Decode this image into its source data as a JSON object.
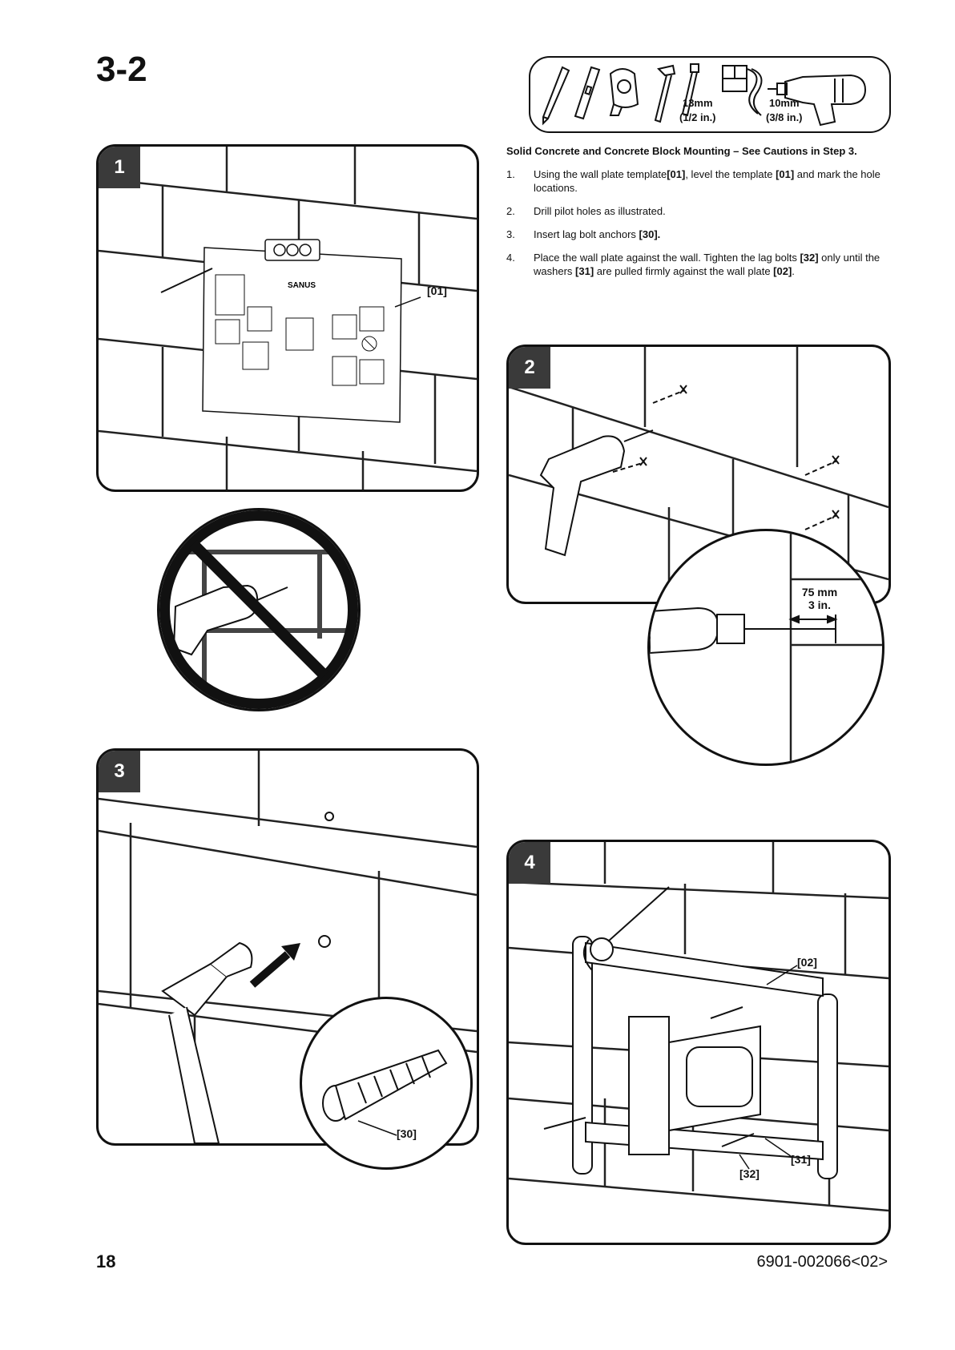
{
  "page": {
    "section_title": "3-2",
    "page_number": "18",
    "document_code": "6901-002066<02>"
  },
  "tools": {
    "drill_bit_1": {
      "size": "13mm",
      "imperial": "(1/2 in.)"
    },
    "drill_bit_2": {
      "size": "10mm",
      "imperial": "(3/8 in.)"
    }
  },
  "instructions": {
    "heading": "Solid Concrete and Concrete Block Mounting – See Cautions in Step 3.",
    "steps": [
      {
        "num": "1.",
        "text_a": "Using the wall plate template",
        "ref_a": "[01]",
        "text_b": ", level the template ",
        "ref_b": "[01]",
        "text_c": " and mark the hole locations."
      },
      {
        "num": "2.",
        "text": "Drill pilot holes as illustrated."
      },
      {
        "num": "3.",
        "text": "Insert lag bolt anchors ",
        "ref": "[30]."
      },
      {
        "num": "4.",
        "text_a": "Place the wall plate against the wall.  Tighten the lag bolts ",
        "ref_a": "[32]",
        "text_b": " only until the washers ",
        "ref_b": "[31]",
        "text_c": " are pulled firmly against the wall plate ",
        "ref_c": "[02]",
        "text_d": "."
      }
    ]
  },
  "panels": {
    "p1": {
      "badge": "1",
      "callout": "[01]",
      "template_brand": "SANUS"
    },
    "p2": {
      "badge": "2",
      "dimension_mm": "75 mm",
      "dimension_in": "3 in."
    },
    "p3": {
      "badge": "3",
      "callout": "[30]"
    },
    "p4": {
      "badge": "4",
      "callout_plate": "[02]",
      "callout_washer": "[31]",
      "callout_bolt": "[32]"
    }
  }
}
